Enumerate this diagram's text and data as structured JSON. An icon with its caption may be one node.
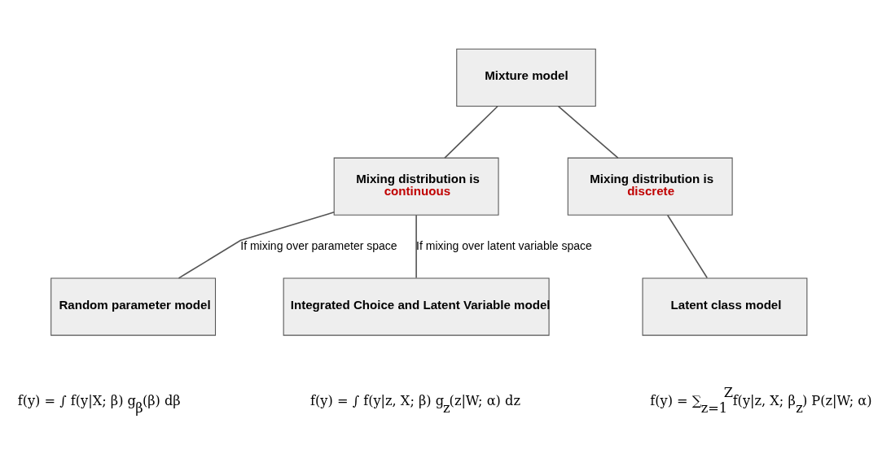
{
  "diagram": {
    "nodes": [
      {
        "text": [
          "Mixture model"
        ]
      },
      {
        "text": [
          "Mixing distribution is",
          "continuous"
        ]
      },
      {
        "text": [
          "Mixing distribution is",
          "discrete"
        ]
      },
      {
        "text": [
          "Random parameter model"
        ]
      },
      {
        "text": [
          "Integrated Choice and Latent Variable model"
        ]
      },
      {
        "text": [
          "Latent class model"
        ]
      }
    ],
    "labels": [
      "f(y) = ∫ f(y|X; β) g$_{β}$(β) dβ",
      "f(y) = ∫ f(y|z, X; β) g$_{z}$(z|W; α) dz",
      "f(y) = ∑$_{z=1}$$^{Z}$f(y|z, X; β$_{z}$) P(z|W; α)"
    ],
    "edges": [
      {
        "from": 0,
        "to": 1,
        "arrow": "none"
      },
      {
        "from": 0,
        "to": 2,
        "arrow": "none"
      },
      {
        "from": 1,
        "to": 3,
        "arrow": "none",
        "label": "If mixing over parameter space"
      },
      {
        "from": 1,
        "to": 4,
        "arrow": "none",
        "label": "If mixing over latent variable space"
      },
      {
        "from": 2,
        "to": 5,
        "arrow": "none"
      }
    ]
  }
}
